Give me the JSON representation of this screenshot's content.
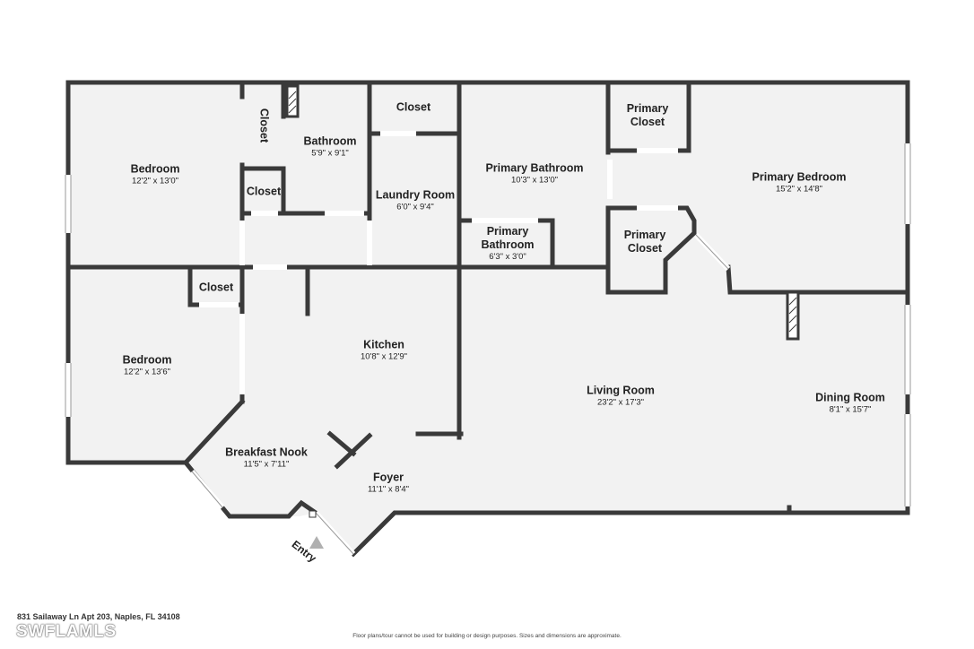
{
  "rooms": {
    "bedroom_1": {
      "name": "Bedroom",
      "dims": "12'2\" x 13'0\""
    },
    "closet_vertical": {
      "name": "Closet"
    },
    "closet_small": {
      "name": "Closet"
    },
    "bathroom": {
      "name": "Bathroom",
      "dims": "5'9\" x 9'1\""
    },
    "closet_top": {
      "name": "Closet"
    },
    "laundry": {
      "name": "Laundry Room",
      "dims": "6'0\" x 9'4\""
    },
    "primary_bathroom": {
      "name": "Primary Bathroom",
      "dims": "10'3\" x 13'0\""
    },
    "primary_bathroom_small": {
      "name_line1": "Primary",
      "name_line2": "Bathroom",
      "dims": "6'3\" x 3'0\""
    },
    "primary_closet_top": {
      "name_line1": "Primary",
      "name_line2": "Closet"
    },
    "primary_closet_mid": {
      "name_line1": "Primary",
      "name_line2": "Closet"
    },
    "primary_bedroom": {
      "name": "Primary Bedroom",
      "dims": "15'2\" x 14'8\""
    },
    "closet_left": {
      "name": "Closet"
    },
    "bedroom_2": {
      "name": "Bedroom",
      "dims": "12'2\" x 13'6\""
    },
    "kitchen": {
      "name": "Kitchen",
      "dims": "10'8\" x 12'9\""
    },
    "living_room": {
      "name": "Living Room",
      "dims": "23'2\" x 17'3\""
    },
    "dining_room": {
      "name": "Dining Room",
      "dims": "8'1\" x 15'7\""
    },
    "breakfast_nook": {
      "name": "Breakfast Nook",
      "dims": "11'5\" x 7'11\""
    },
    "foyer": {
      "name": "Foyer",
      "dims": "11'1\" x 8'4\""
    }
  },
  "entry_label": "Entry",
  "address": "831 Sailaway Ln Apt 203, Naples, FL 34108",
  "logo": "SWFLAMLS",
  "disclaimer": "Floor plans/tour cannot be used for building or design purposes. Sizes and dimensions are approximate.",
  "colors": {
    "wall": "#3a3a3a",
    "floor": "#f2f2f2"
  }
}
